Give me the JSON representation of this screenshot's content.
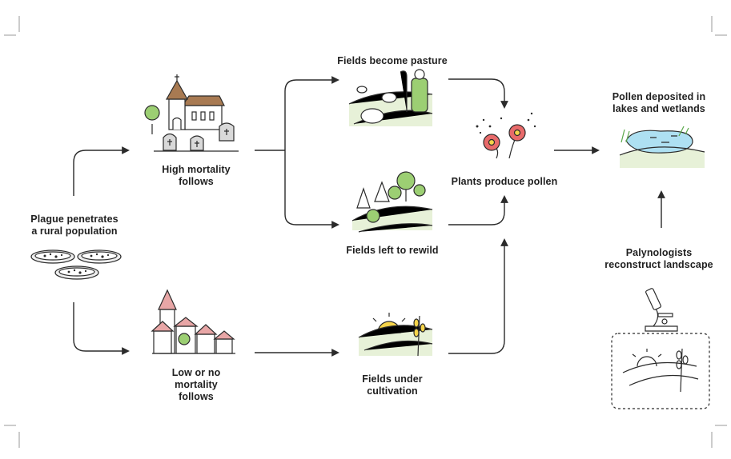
{
  "nodes": {
    "plague": "Plague penetrates\na rural population",
    "high_mortality": "High mortality\nfollows",
    "low_mortality": "Low or no\nmortality\nfollows",
    "pasture": "Fields become pasture",
    "rewild": "Fields left to rewild",
    "cultivation": "Fields under\ncultivation",
    "pollen": "Plants produce pollen",
    "deposited": "Pollen deposited in\nlakes and wetlands",
    "palynologists": "Palynologists\nreconstruct landscape"
  },
  "colors": {
    "line": "#2b2b2b",
    "green": "#9ccf73",
    "dark_green": "#5aa84a",
    "hill": "#e7f1d8",
    "pink": "#e8a6a6",
    "red": "#e86a6a",
    "brown": "#a87a52",
    "yellow": "#f5d44a",
    "water": "#aee0f2",
    "grey": "#d9d9d9"
  },
  "icons": {
    "plague": "petri-dishes-icon",
    "high_mortality": "church-graveyard-icon",
    "low_mortality": "village-icon",
    "pasture": "shepherd-sheep-icon",
    "rewild": "forest-icon",
    "cultivation": "sunrise-wheat-icon",
    "pollen": "flowers-pollen-icon",
    "deposited": "lake-icon",
    "palynologists": "microscope-icon",
    "landscape": "sketch-landscape-icon"
  }
}
